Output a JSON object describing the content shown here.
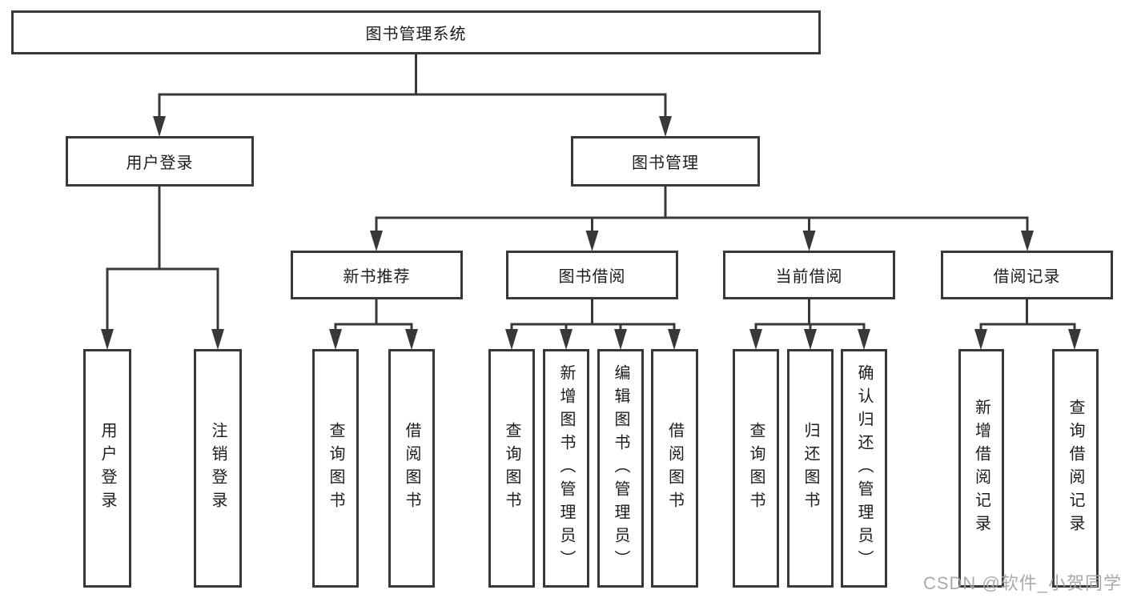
{
  "tree": {
    "label": "图书管理系统",
    "children": [
      {
        "label": "用户登录",
        "children": [
          {
            "label": "用户登录"
          },
          {
            "label": "注销登录"
          }
        ]
      },
      {
        "label": "图书管理",
        "children": [
          {
            "label": "新书推荐",
            "children": [
              {
                "label": "查询图书"
              },
              {
                "label": "借阅图书"
              }
            ]
          },
          {
            "label": "图书借阅",
            "children": [
              {
                "label": "查询图书"
              },
              {
                "label": "新增图书（管理员）"
              },
              {
                "label": "编辑图书（管理员）"
              },
              {
                "label": "借阅图书"
              }
            ]
          },
          {
            "label": "当前借阅",
            "children": [
              {
                "label": "查询图书"
              },
              {
                "label": "归还图书"
              },
              {
                "label": "确认归还（管理员）"
              }
            ]
          },
          {
            "label": "借阅记录",
            "children": [
              {
                "label": "新增借阅记录"
              },
              {
                "label": "查询借阅记录"
              }
            ]
          }
        ]
      }
    ]
  },
  "watermark": {
    "text": "CSDN @软件_小贺同学",
    "color": "#a5a5a5"
  },
  "colors": {
    "line": "#383838",
    "box_border": "#383838",
    "box_fill": "#ffffff",
    "text": "#1c1c1c",
    "background": "#ffffff"
  }
}
